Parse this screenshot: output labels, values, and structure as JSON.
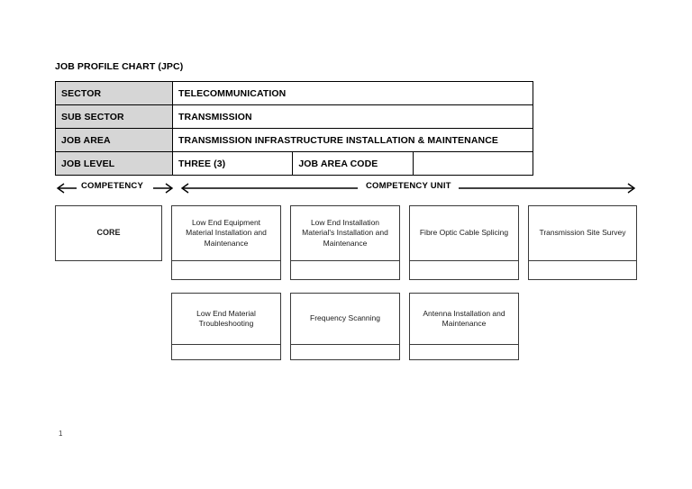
{
  "document": {
    "title": "JOB PROFILE CHART (JPC)",
    "page_number": "1"
  },
  "info_table": {
    "rows": [
      {
        "label": "SECTOR",
        "value": "TELECOMMUNICATION"
      },
      {
        "label": "SUB SECTOR",
        "value": "TRANSMISSION"
      },
      {
        "label": "JOB AREA",
        "value": "TRANSMISSION INFRASTRUCTURE INSTALLATION & MAINTENANCE"
      },
      {
        "label": "JOB LEVEL",
        "value": "THREE (3)",
        "code_label": "JOB AREA CODE",
        "code_value": ""
      }
    ]
  },
  "legend": {
    "competency": "COMPETENCY",
    "competency_unit": "COMPETENCY UNIT"
  },
  "grid": {
    "row1": [
      {
        "name": "core",
        "text": "CORE",
        "has_sub": false
      },
      {
        "name": "low-end-equipment-material-installation-and-maintenance",
        "text": "Low End Equipment Material Installation and Maintenance",
        "has_sub": true,
        "sub_text": ""
      },
      {
        "name": "low-end-installation-materials-installation-and-maintenance",
        "text": "Low End Installation Material's Installation and Maintenance",
        "has_sub": true,
        "sub_text": ""
      },
      {
        "name": "fibre-optic-cable-splicing",
        "text": "Fibre Optic Cable Splicing",
        "has_sub": true,
        "sub_text": ""
      },
      {
        "name": "transmission-site-survey",
        "text": "Transmission Site Survey",
        "has_sub": true,
        "sub_text": ""
      }
    ],
    "row2": [
      {
        "name": "low-end-material-troubleshooting",
        "text": "Low End Material Troubleshooting",
        "has_sub": true,
        "sub_text": ""
      },
      {
        "name": "frequency-scanning",
        "text": "Frequency Scanning",
        "has_sub": true,
        "sub_text": ""
      },
      {
        "name": "antenna-installation-and-maintenance",
        "text": "Antenna Installation and Maintenance",
        "has_sub": true,
        "sub_text": ""
      }
    ]
  },
  "colors": {
    "label_background": "#d6d6d6",
    "border": "#000000",
    "box_border": "#3a3a3a",
    "text": "#000000"
  }
}
